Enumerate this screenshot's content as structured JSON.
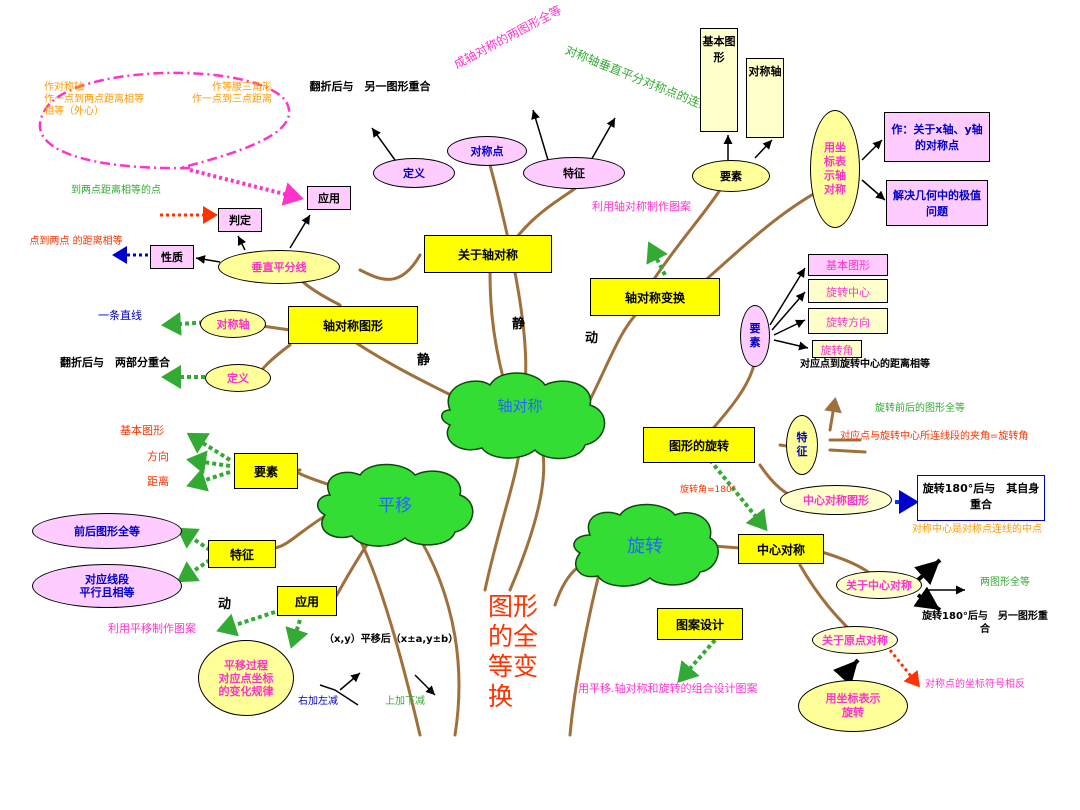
{
  "center": {
    "title": "图形的全等变换"
  },
  "clouds": {
    "axis": "轴对称",
    "translate": "平移",
    "rotate": "旋转"
  },
  "connectors": {
    "static1": "静",
    "static2": "静",
    "dynamic1": "动",
    "dynamic2": "动"
  },
  "axis_topic": {
    "about_axis": "关于轴对称",
    "definition": "定义",
    "sym_point": "对称点",
    "feature": "特征",
    "def_text": "翻折后与　另一图形重合",
    "feature_text1": "成轴对称的两图形全等",
    "feature_text2": "对称轴垂直平分对称点的连线",
    "elements": "要素",
    "basic_figure": "基本图形",
    "axis": "对称轴",
    "axis_transform": "轴对称变换",
    "make_pattern": "利用轴对称制作图案",
    "coord_oval": "用坐标表示轴对称",
    "coord_item1": "作：关于x轴、y轴的对称点",
    "coord_item2": "解决几何中的极值问题"
  },
  "axis_figure": {
    "title": "轴对称图形",
    "perp_bisector": "垂直平分线",
    "apply": "应用",
    "judge": "判定",
    "property": "性质",
    "sym_axis": "对称轴",
    "definition": "定义",
    "apply_note1": "作对称轴\n作一点到两点距离相等\n相等（外心）",
    "apply_note2": "作等腰三角形\n作一点到三点距离",
    "judge_text": "到两点距离相等的点",
    "property_text": "点到两点 的距离相等",
    "straight_line": "一条直线",
    "def_text": "翻折后与　两部分重合"
  },
  "translation": {
    "elements": "要素",
    "el1": "基本图形",
    "el2": "方向",
    "el3": "距离",
    "feature": "特征",
    "feat1": "前后图形全等",
    "feat2": "对应线段\n平行且相等",
    "apply": "应用",
    "apply_text": "利用平移制作图案",
    "rule_oval": "平移过程\n对应点坐标\n的变化规律",
    "formula": "（x,y）平移后（x±a,y±b）",
    "left_right": "右加左减",
    "up_down": "上加下减",
    "dynamic": "动"
  },
  "rotation": {
    "elements_oval": "要素",
    "el1": "基本图形",
    "el2": "旋转中心",
    "el3": "旋转方向",
    "el4": "旋转角",
    "el_note": "对应点到旋转中心的距离相等",
    "figure_rotation": "图形的旋转",
    "feature_oval": "特征",
    "feat1": "旋转前后的图形全等",
    "feat2": "对应点与旋转中心所连线段的夹角=旋转角",
    "angle_label": "旋转角=180°",
    "central_figure": "中心对称图形",
    "central_text": "旋转180°后与　其自身重合",
    "central_note": "对称中心是对称点连线的中点",
    "central_sym": "中心对称",
    "about_center": "关于中心对称",
    "congruent": "两图形全等",
    "rot180_text": "旋转180°后与　另一图形重合",
    "about_origin": "关于原点对称",
    "sign_text": "对称点的坐标符号相反",
    "coord_oval": "用坐标表示旋转",
    "pattern_design": "图案设计",
    "pattern_text": "用平移.轴对称和旋转的组合设计图案"
  },
  "colors": {
    "branch": "#a0703c",
    "yellow_box": "#ffff00",
    "pink": "#ffccff",
    "cloud_fill": "#33dd33",
    "cloud_text": "#2266ff",
    "title_red": "#ff3300",
    "green_text": "#33aa33",
    "magenta_text": "#ff33cc",
    "orange_text": "#ff9900",
    "red_text": "#ff3300"
  }
}
